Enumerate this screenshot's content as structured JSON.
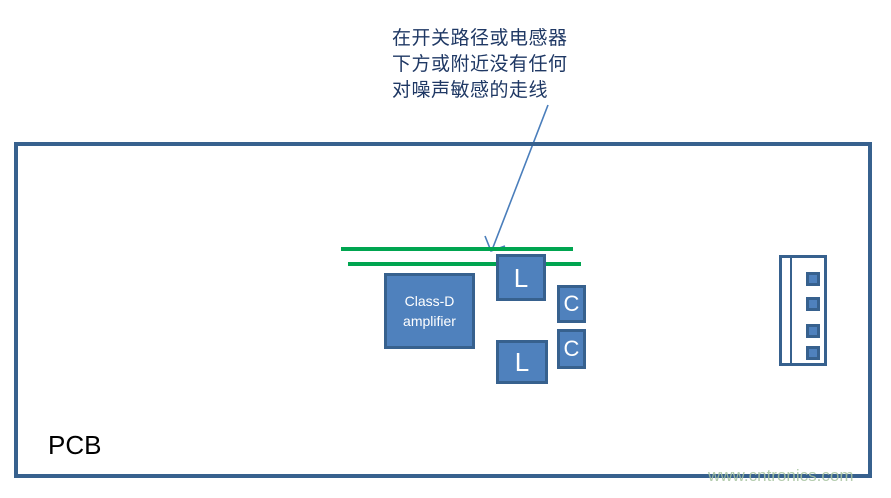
{
  "diagram": {
    "annotation": {
      "lines": [
        "在开关路径或电感器",
        "下方或附近没有任何",
        "对噪声敏感的走线"
      ],
      "color": "#1f3864"
    },
    "board": {
      "label": "PCB",
      "border_color": "#37618e"
    },
    "traces": {
      "color": "#00a550",
      "count": 2
    },
    "components": {
      "amplifier": {
        "line1": "Class-D",
        "line2": "amplifier",
        "fill": "#4f81bd"
      },
      "inductor_top": {
        "label": "L"
      },
      "inductor_bottom": {
        "label": "L"
      },
      "capacitor_top": {
        "label": "C"
      },
      "capacitor_bottom": {
        "label": "C"
      },
      "connector": {
        "pins": 4
      }
    },
    "watermark": {
      "text": "www.cntronics.com",
      "color": "#a8c4a0"
    }
  }
}
